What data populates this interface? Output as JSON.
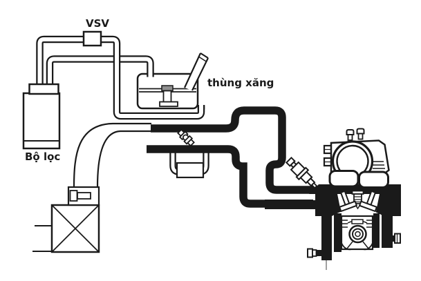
{
  "diagram": {
    "labels": {
      "vsv": "VSV",
      "fuel_tank": "thùng xăng",
      "canister": "Bộ lọc"
    },
    "colors": {
      "line": "#1a1a1a",
      "background": "#ffffff",
      "pump_cap": "#8f8f8f"
    }
  }
}
